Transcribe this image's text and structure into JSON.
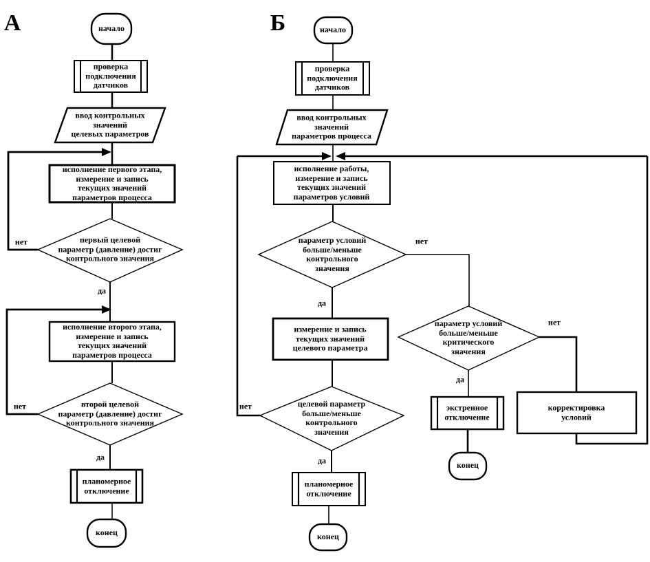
{
  "labels": {
    "yes": "да",
    "no": "нет"
  },
  "charts": {
    "a": {
      "section_label": "А",
      "start": "начало",
      "check_sensors": "проверка\nподключения\nдатчиков",
      "input_values": "ввод контрольных\nзначений\nцелевых параметров",
      "stage1": "исполнение первого этапа,\nизмерение и запись\nтекущих значений\nпараметров процесса",
      "decision1": "первый целевой\nпараметр (давление) достиг\nконтрольного значения",
      "stage2": "исполнение второго этапа,\nизмерение и запись\nтекущих значений\nпараметров процесса",
      "decision2": "второй целевой\nпараметр (давление) достиг\nконтрольного значения",
      "planned_shutdown": "планомерное\nотключение",
      "end": "конец"
    },
    "b": {
      "section_label": "Б",
      "start": "начало",
      "check_sensors": "проверка\nподключения\nдатчиков",
      "input_values": "ввод контрольных\nзначений\nпараметров процесса",
      "work_stage": "исполнение работы,\nизмерение и запись\nтекущих значений\nпараметров условий",
      "decision_condition_control": "параметр условий\nбольше/меньше\nконтрольного\nзначения",
      "measure_target": "измерение и запись\nтекущих значений\nцелевого параметра",
      "decision_target_control": "целевой параметр\nбольше/меньше\nконтрольного\nзначения",
      "decision_condition_critical": "параметр условий\nбольше/меньше\nкритического\nзначения",
      "emergency_shutdown": "экстренное\nотключение",
      "adjust_conditions": "корректировка\nусловий",
      "planned_shutdown": "планомерное\nотключение",
      "end_main": "конец",
      "end_emergency": "конец"
    }
  }
}
